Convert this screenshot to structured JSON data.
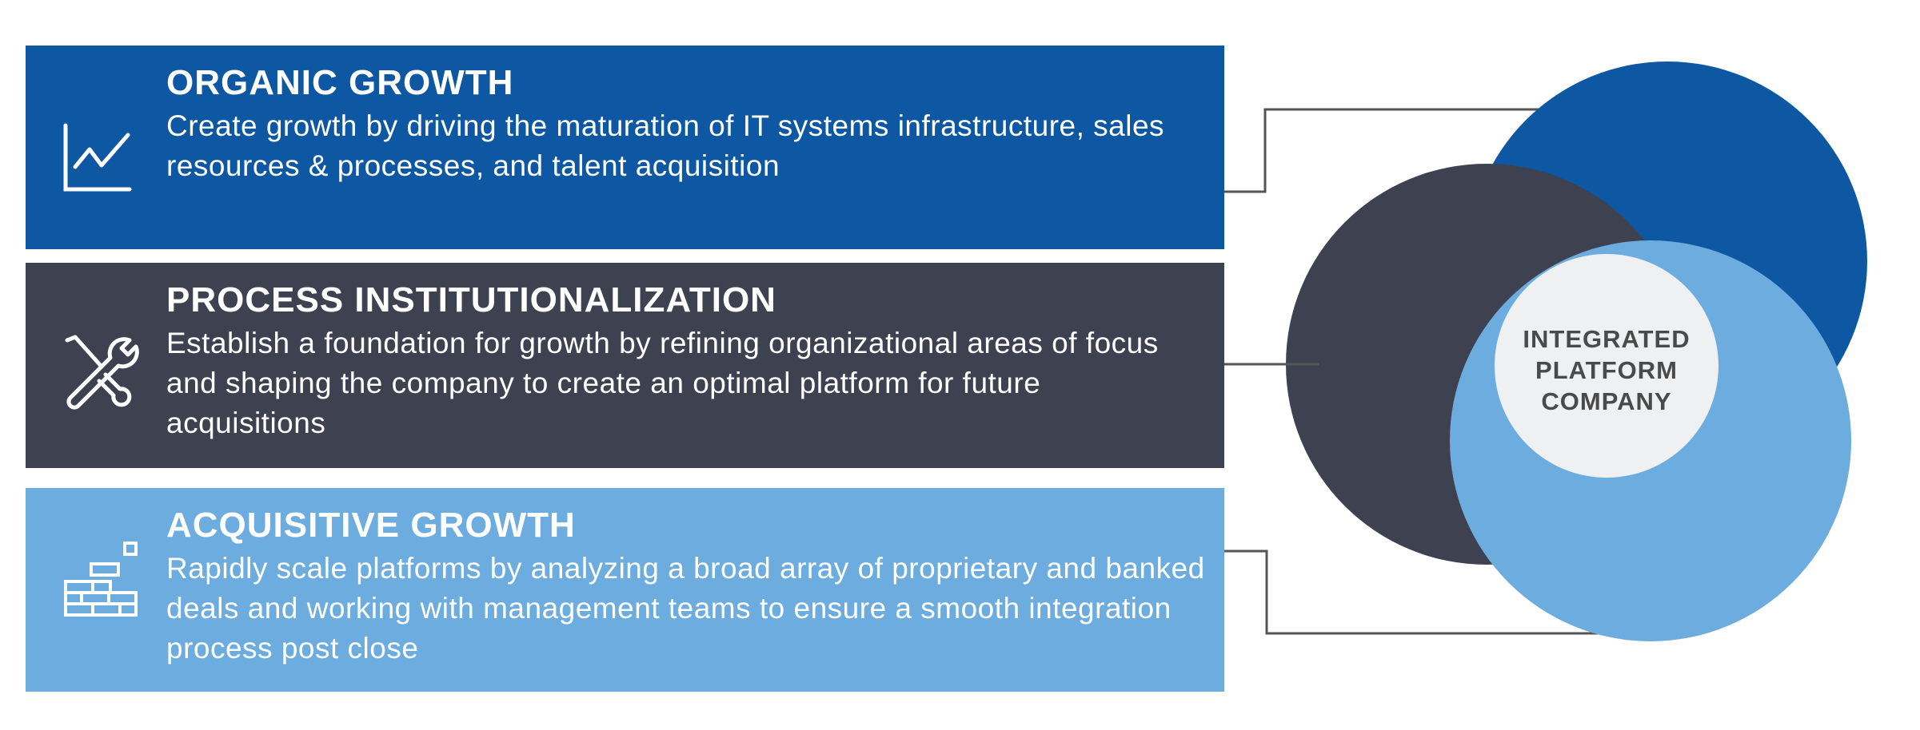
{
  "pillars": [
    {
      "title": "ORGANIC GROWTH",
      "description": "Create growth by driving the maturation of IT systems infrastructure, sales resources & processes, and talent acquisition",
      "icon": "line-chart-icon"
    },
    {
      "title": "PROCESS INSTITUTIONALIZATION",
      "description": "Establish a foundation for growth by refining organizational areas of focus and shaping the company to create an optimal platform for future acquisitions",
      "icon": "tools-icon"
    },
    {
      "title": "ACQUISITIVE GROWTH",
      "description": "Rapidly scale platforms by analyzing a broad array of proprietary and banked deals and working with management teams to ensure a smooth integration process post close",
      "icon": "bricks-icon"
    }
  ],
  "center": {
    "line1": "INTEGRATED",
    "line2": "PLATFORM",
    "line3": "COMPANY"
  },
  "colors": {
    "dark_blue": "#0d57a3",
    "dark_gray": "#3d4150",
    "light_blue": "#6dacdf",
    "center": "#eff0f2"
  }
}
